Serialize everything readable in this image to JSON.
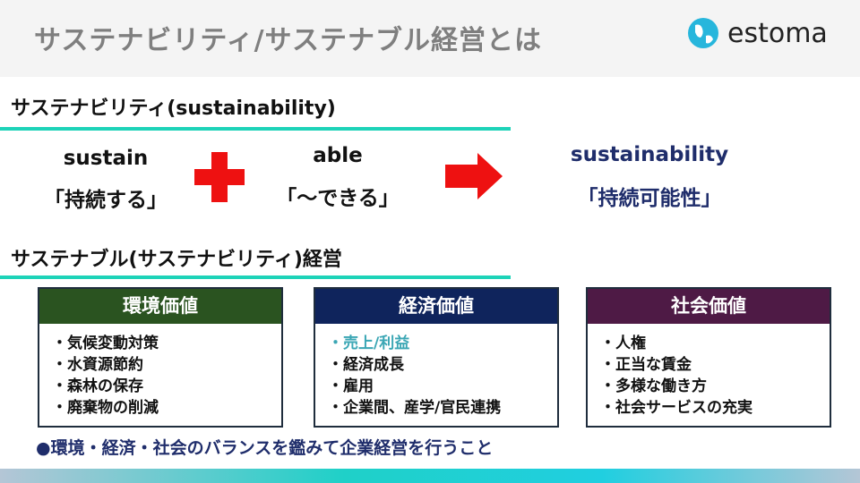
{
  "header": {
    "title": "サステナビリティ/サステナブル経営とは",
    "logo_text": "estoma"
  },
  "section1": {
    "heading": "サステナビリティ(sustainability)",
    "word1": {
      "en": "sustain",
      "ja": "「持続する」"
    },
    "word2": {
      "en": "able",
      "ja": "「～できる」"
    },
    "result": {
      "en": "sustainability",
      "ja": "「持続可能性」"
    }
  },
  "section2": {
    "heading": "サステナブル(サステナビリティ)経営",
    "boxes": [
      {
        "title": "環境価値",
        "color": "#2a5320",
        "items": [
          "・気候変動対策",
          "・水資源節約",
          "・森林の保存",
          "・廃棄物の削減"
        ]
      },
      {
        "title": "経済価値",
        "color": "#0f245c",
        "items": [
          "・売上/利益",
          "・経済成長",
          "・雇用",
          "・企業間、産学/官民連携"
        ]
      },
      {
        "title": "社会価値",
        "color": "#4e1a45",
        "items": [
          "・人権",
          "・正当な賃金",
          "・多様な働き方",
          "・社会サービスの充実"
        ]
      }
    ],
    "conclusion": "●環境・経済・社会のバランスを鑑みて企業経営を行うこと"
  },
  "colors": {
    "accent": "#1dd3b8",
    "red": "#ee1111",
    "navy": "#1f2d6b",
    "highlight": "#3aa6b4"
  }
}
